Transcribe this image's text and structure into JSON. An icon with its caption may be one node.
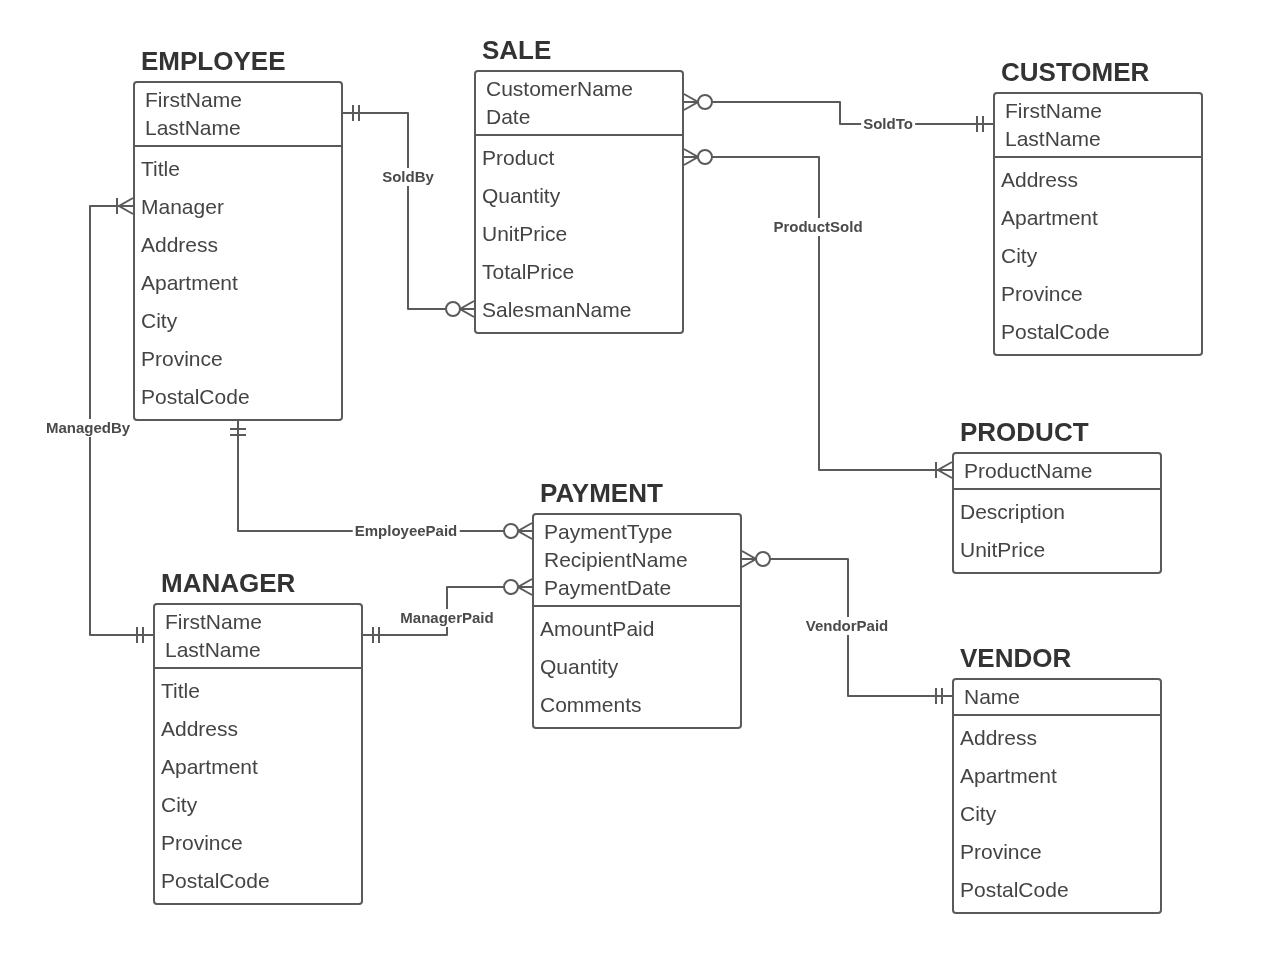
{
  "diagram": {
    "nodes": [
      {
        "text": [
          "EMPLOYEE",
          "FirstName",
          "LastName",
          "Title",
          "Manager",
          "Address",
          "Apartment",
          "City",
          "Province",
          "PostalCode"
        ]
      },
      {
        "text": [
          "SALE",
          "CustomerName",
          "Date",
          "Product",
          "Quantity",
          "UnitPrice",
          "TotalPrice",
          "SalesmanName"
        ]
      },
      {
        "text": [
          "CUSTOMER",
          "FirstName",
          "LastName",
          "Address",
          "Apartment",
          "City",
          "Province",
          "PostalCode"
        ]
      },
      {
        "text": [
          "PRODUCT",
          "ProductName",
          "Description",
          "UnitPrice"
        ]
      },
      {
        "text": [
          "PAYMENT",
          "PaymentType",
          "RecipientName",
          "PaymentDate",
          "AmountPaid",
          "Quantity",
          "Comments"
        ]
      },
      {
        "text": [
          "MANAGER",
          "FirstName",
          "LastName",
          "Title",
          "Address",
          "Apartment",
          "City",
          "Province",
          "PostalCode"
        ]
      },
      {
        "text": [
          "VENDOR",
          "Name",
          "Address",
          "Apartment",
          "City",
          "Province",
          "PostalCode"
        ]
      }
    ],
    "edges": [
      {
        "from": 0,
        "to": 1,
        "arrow": "other",
        "label": "SoldBy"
      },
      {
        "from": 1,
        "to": 2,
        "arrow": "other",
        "label": "SoldTo"
      },
      {
        "from": 1,
        "to": 3,
        "arrow": "other",
        "label": "ProductSold"
      },
      {
        "from": 0,
        "to": 5,
        "arrow": "other",
        "label": "ManagedBy"
      },
      {
        "from": 0,
        "to": 4,
        "arrow": "other",
        "label": "EmployeePaid"
      },
      {
        "from": 5,
        "to": 4,
        "arrow": "other",
        "label": "ManagerPaid"
      },
      {
        "from": 4,
        "to": 6,
        "arrow": "other",
        "label": "VendorPaid"
      }
    ]
  }
}
